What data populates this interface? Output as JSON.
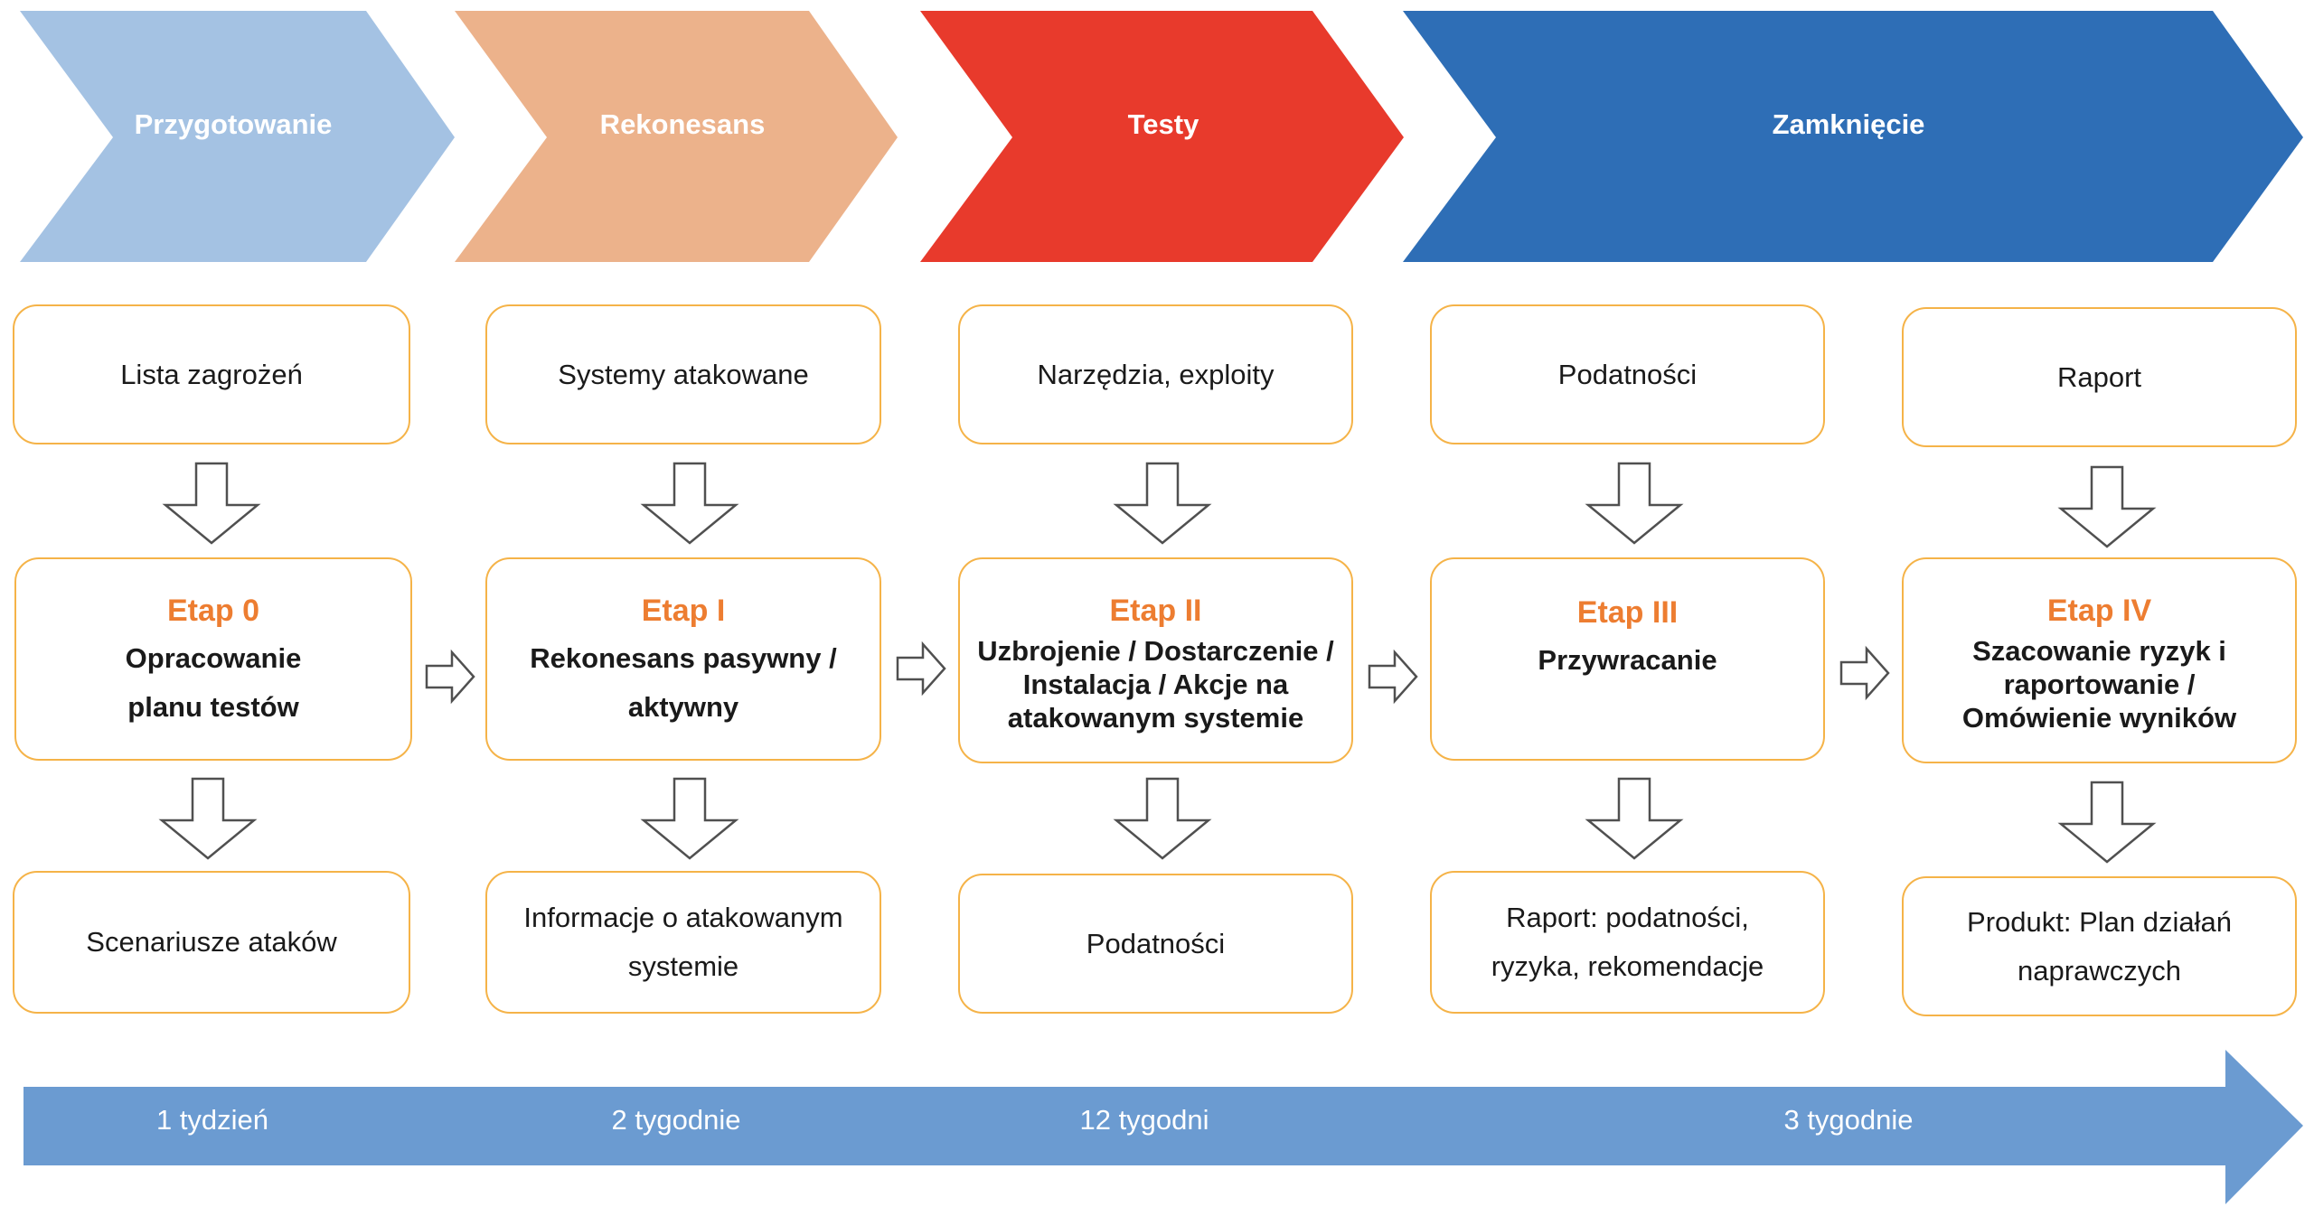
{
  "colors": {
    "phase_1": "#a4c2e3",
    "phase_2": "#ecb28b",
    "phase_3": "#e83a2c",
    "phase_4": "#2e6eb6",
    "box_border": "#f5b348",
    "stage_title": "#ed7d31",
    "timeline": "#6b9bd1"
  },
  "phases": [
    {
      "label": "Przygotowanie"
    },
    {
      "label": "Rekonesans"
    },
    {
      "label": "Testy"
    },
    {
      "label": "Zamknięcie"
    }
  ],
  "columns": [
    {
      "input": "Lista zagrożeń",
      "stage_title": "Etap 0",
      "stage_desc": "Opracowanie planu testów",
      "output": "Scenariusze ataków"
    },
    {
      "input": "Systemy atakowane",
      "stage_title": "Etap I",
      "stage_desc": "Rekonesans pasywny / aktywny",
      "output": "Informacje o atakowanym systemie"
    },
    {
      "input": "Narzędzia, exploity",
      "stage_title": "Etap II",
      "stage_desc": "Uzbrojenie / Dostarczenie / Instalacja / Akcje na atakowanym systemie",
      "output": "Podatności"
    },
    {
      "input": "Podatności",
      "stage_title": "Etap III",
      "stage_desc": "Przywracanie",
      "output": "Raport: podatności, ryzyka, rekomendacje"
    },
    {
      "input": "Raport",
      "stage_title": "Etap IV",
      "stage_desc": "Szacowanie ryzyk i raportowanie / Omówienie wyników",
      "output": "Produkt: Plan działań naprawczych"
    }
  ],
  "timeline": [
    {
      "label": "1 tydzień"
    },
    {
      "label": "2 tygodnie"
    },
    {
      "label": "12 tygodni"
    },
    {
      "label": "3 tygodnie"
    }
  ],
  "icons": {
    "down_arrow": "down-arrow-icon",
    "right_arrow": "right-arrow-icon"
  }
}
